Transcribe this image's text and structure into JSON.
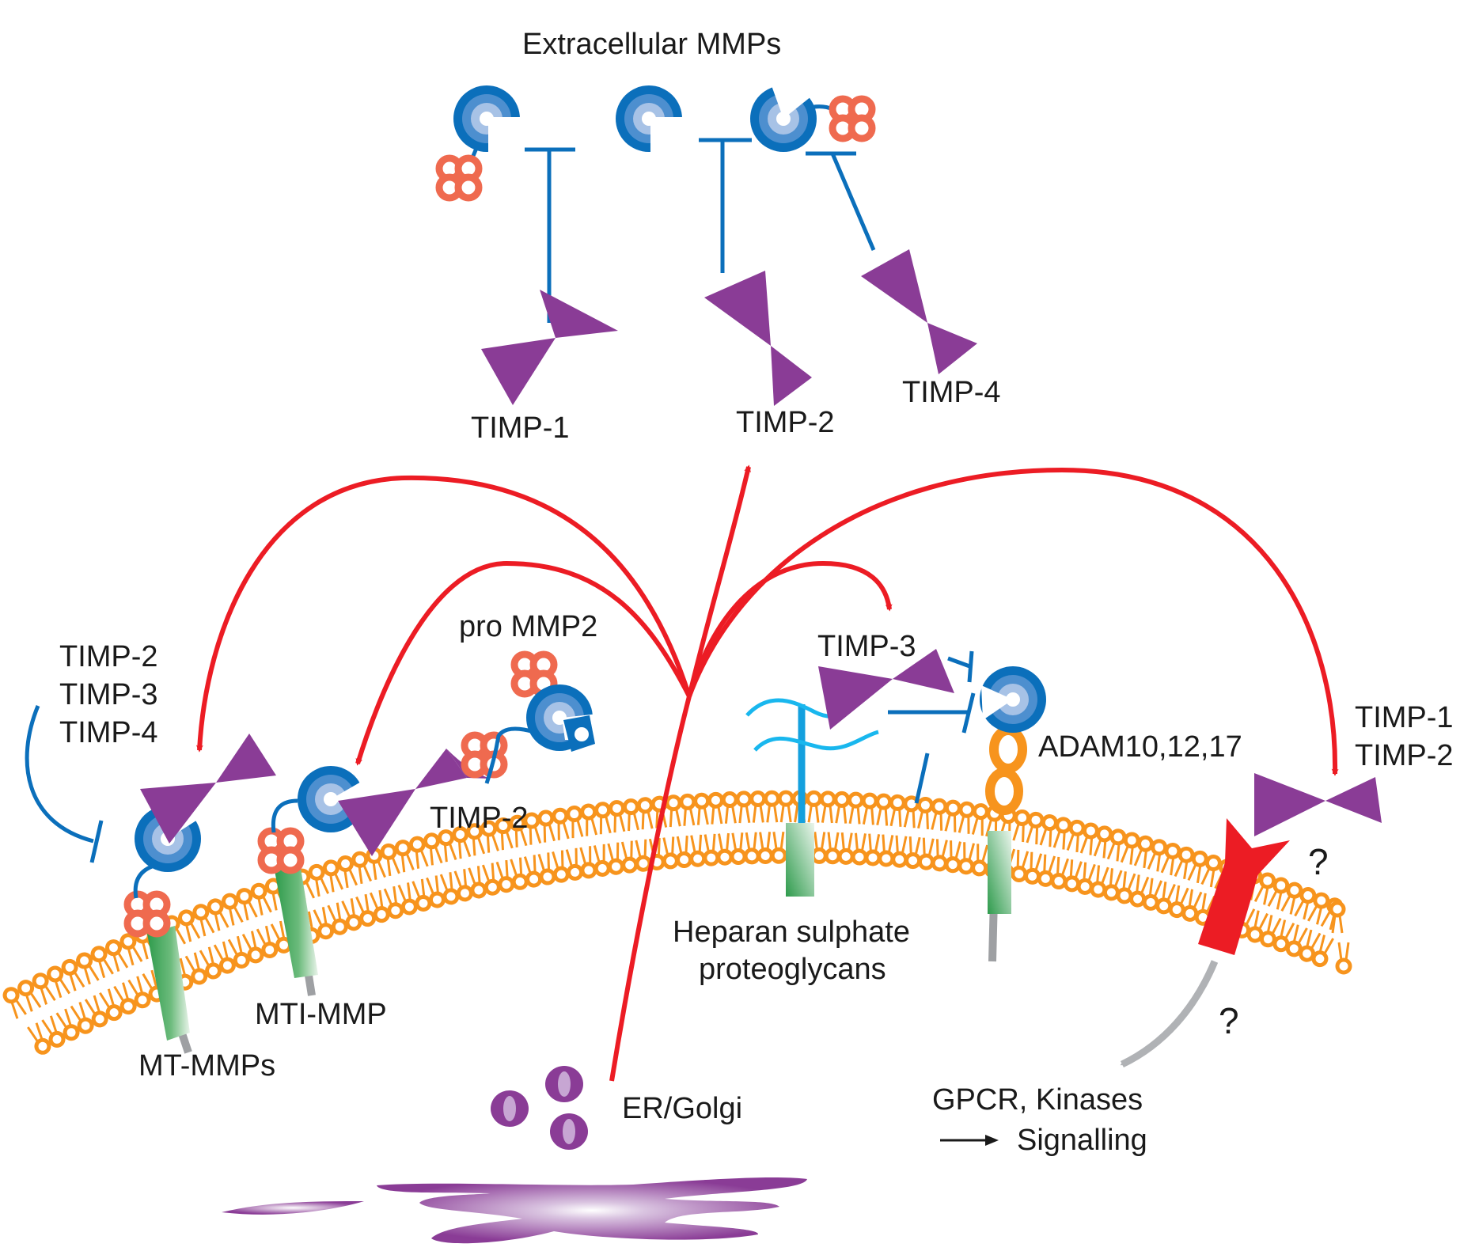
{
  "title": "Extracellular MMPs",
  "colors": {
    "timp": "#8a3c96",
    "mmp_outer": "#0b6fbb",
    "mmp_mid": "#4d8fcf",
    "mmp_inner": "#a7c2e6",
    "hemopexin": "#ef6a4f",
    "inhibition": "#0b6fbb",
    "secretion_arrow": "#ec1c24",
    "lipid": "#f7941d",
    "transmembrane": "#2e9b4c",
    "hspg": "#14a0de",
    "receptor": "#ec1c24",
    "signalling_arrow": "#b0b2b5",
    "golgi": "#8a3c96"
  },
  "extracellular": {
    "timps": [
      {
        "label": "TIMP-1"
      },
      {
        "label": "TIMP-2"
      },
      {
        "label": "TIMP-4"
      }
    ]
  },
  "membrane_bound": {
    "left_timp_stack": [
      "TIMP-2",
      "TIMP-3",
      "TIMP-4"
    ],
    "mt_mmps_label": "MT-MMPs",
    "mt1_mmp_label": "MTI-MMP",
    "pro_mmp2_label": "pro MMP2",
    "timp2_label": "TIMP-2",
    "timp3_label": "TIMP-3",
    "adam_label": "ADAM10,12,17",
    "hspg_label_line1": "Heparan sulphate",
    "hspg_label_line2": "proteoglycans",
    "right_timp_stack": [
      "TIMP-1",
      "TIMP-2"
    ],
    "question_mark": "?"
  },
  "intracellular": {
    "er_golgi_label": "ER/Golgi",
    "signalling_line1": "GPCR, Kinases",
    "signalling_line2": "Signalling",
    "question_mark": "?"
  }
}
